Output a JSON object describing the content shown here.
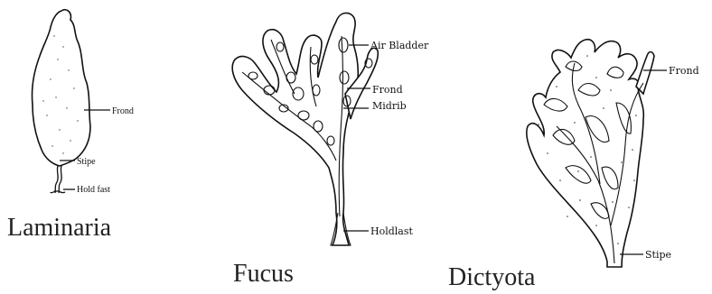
{
  "specimens": {
    "laminaria": {
      "name": "Laminaria",
      "labels": {
        "frond": "Frond",
        "stipe": "Stipe",
        "holdfast": "Hold fast"
      }
    },
    "fucus": {
      "name": "Fucus",
      "labels": {
        "air_bladder": "Air Bladder",
        "frond": "Frond",
        "midrib": "Midrib",
        "holdfast": "Holdlast"
      }
    },
    "dictyota": {
      "name": "Dictyota",
      "labels": {
        "frond": "Frond",
        "stipe": "Stipe"
      }
    }
  },
  "colors": {
    "ink": "#111111",
    "background": "#ffffff"
  }
}
